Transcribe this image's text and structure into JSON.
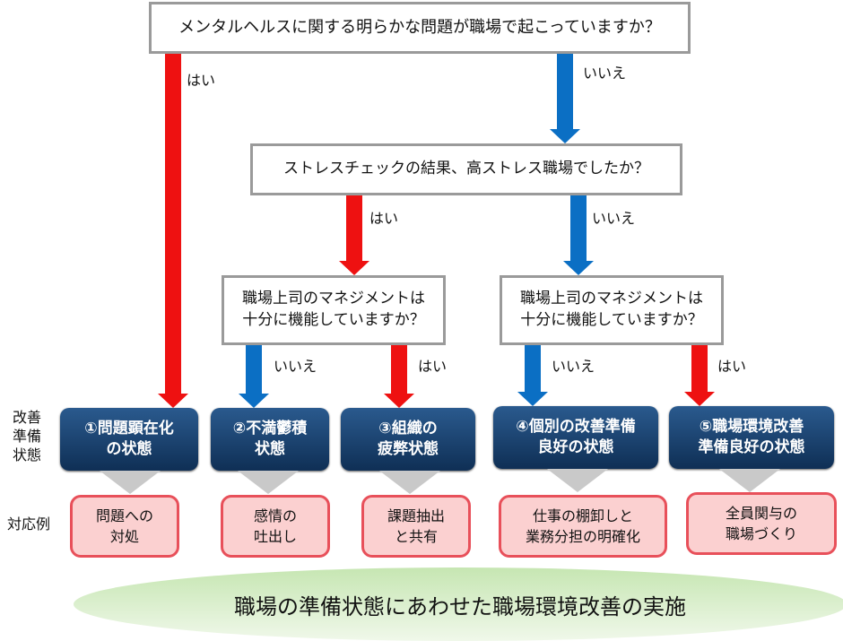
{
  "questions": {
    "q1": "メンタルヘルスに関する明らかな問題が職場で起こっていますか？",
    "q2": "ストレスチェックの結果、高ストレス職場でしたか？",
    "q3": "職場上司のマネジメントは\n十分に機能していますか？",
    "q4": "職場上司のマネジメントは\n十分に機能していますか？"
  },
  "labels": {
    "yes": "はい",
    "no": "いいえ"
  },
  "colors": {
    "yes": "#ee1111",
    "no": "#0b6fc4",
    "state_bg": "#173d69",
    "response_bg": "#fbd0d0",
    "response_border": "#e8505a"
  },
  "side_labels": {
    "state": "改善\n準備\n状態",
    "response": "対応例"
  },
  "states": [
    {
      "label": "①問題顕在化\nの状態"
    },
    {
      "label": "②不満鬱積\n状態"
    },
    {
      "label": "③組織の\n疲弊状態"
    },
    {
      "label": "④個別の改善準備\n良好の状態"
    },
    {
      "label": "⑤職場環境改善\n準備良好の状態"
    }
  ],
  "responses": [
    {
      "label": "問題への\n対処"
    },
    {
      "label": "感情の\n吐出し"
    },
    {
      "label": "課題抽出\nと共有"
    },
    {
      "label": "仕事の棚卸しと\n業務分担の明確化"
    },
    {
      "label": "全員関与の\n職場づくり"
    }
  ],
  "footer": "職場の準備状態にあわせた職場環境改善の実施"
}
